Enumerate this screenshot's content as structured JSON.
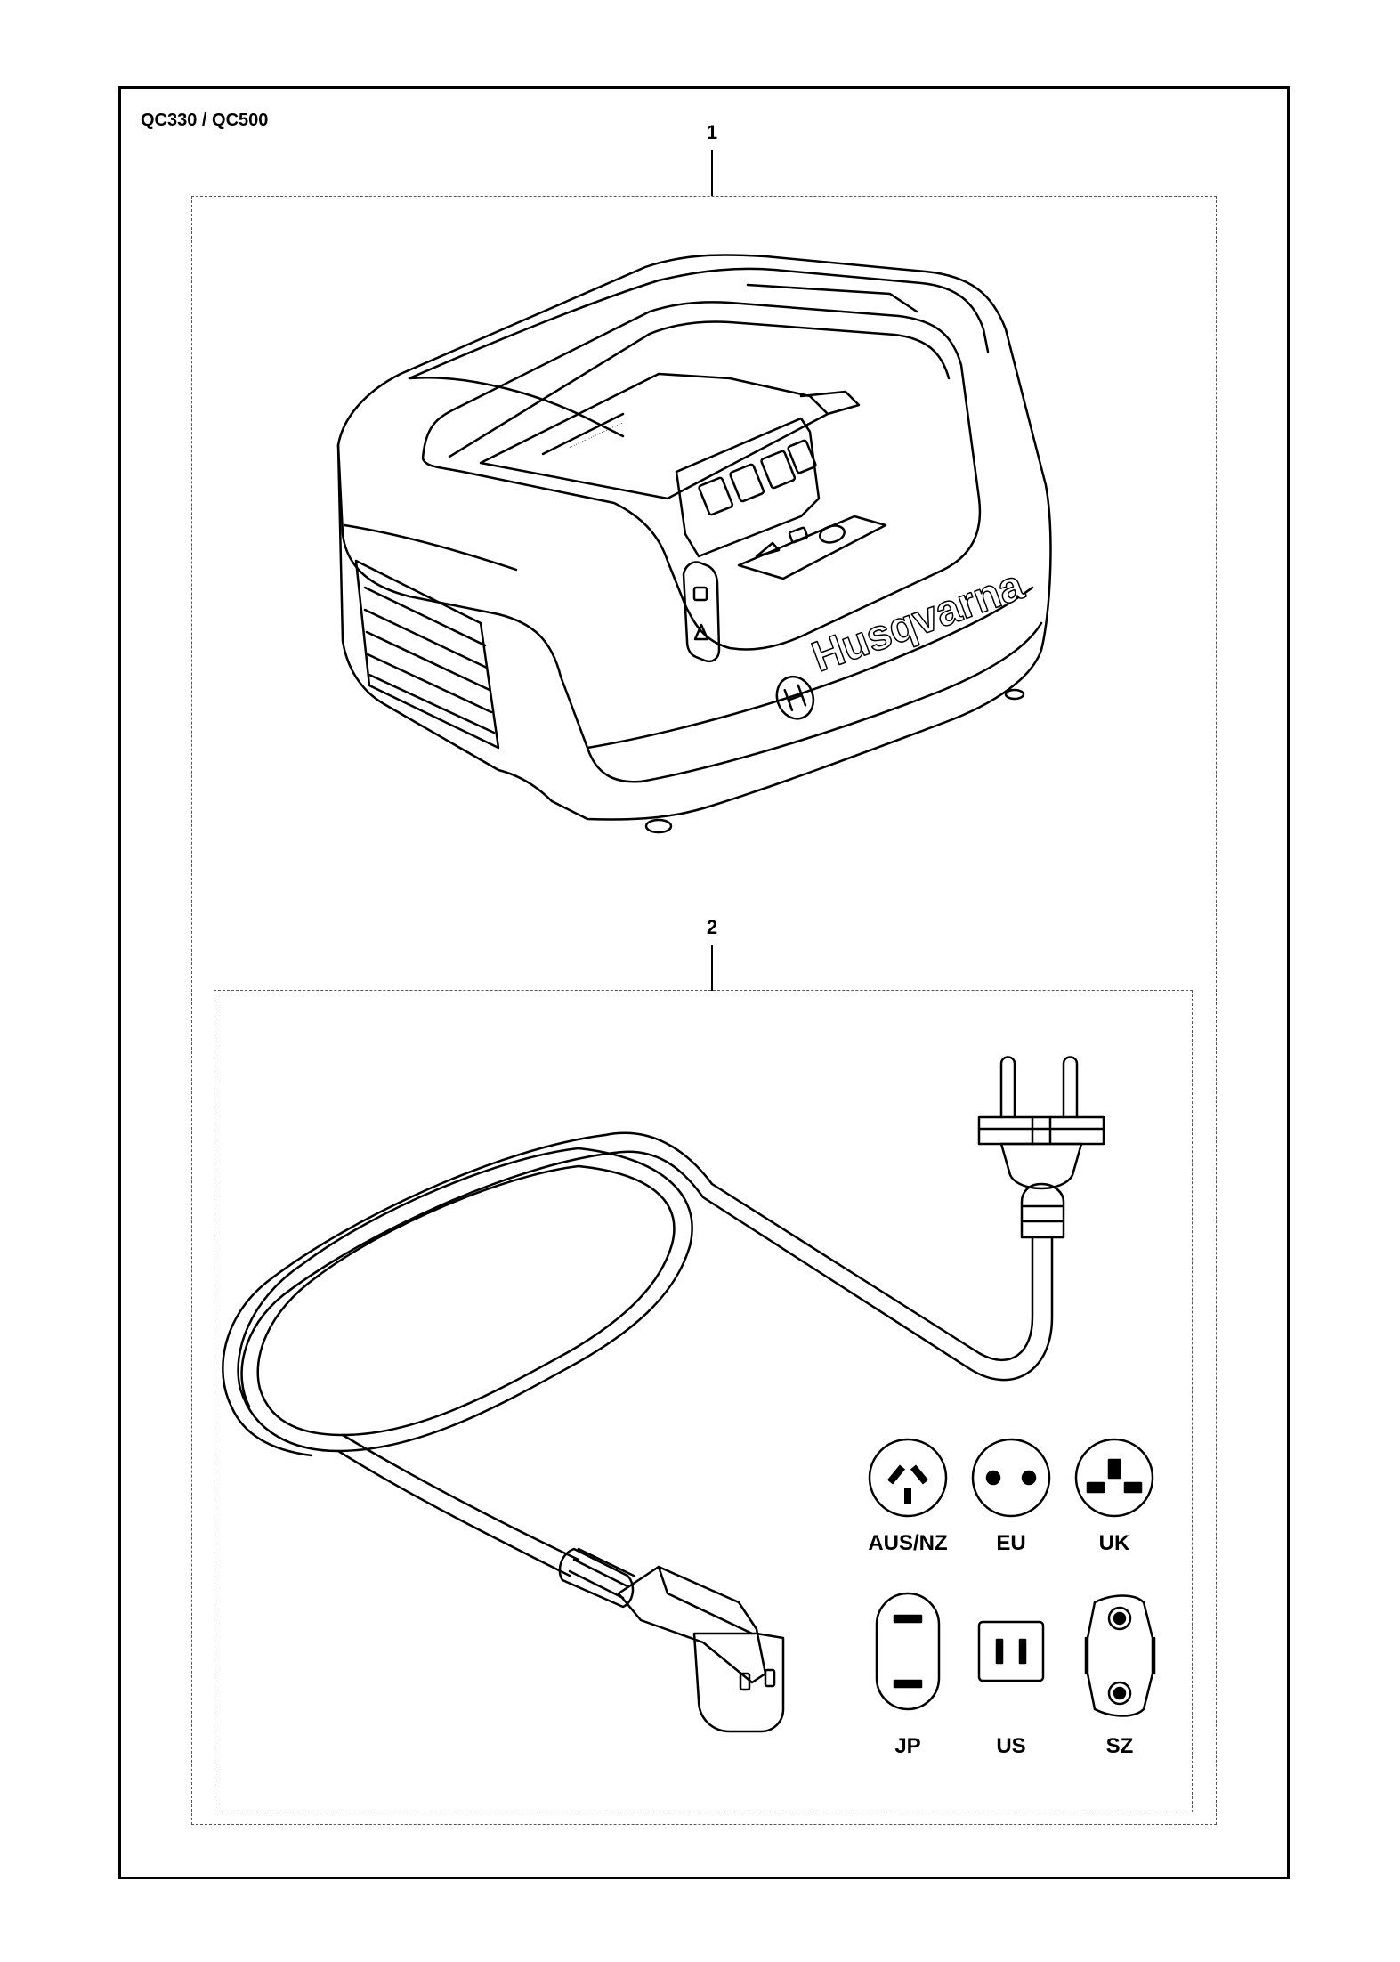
{
  "header": {
    "model": "QC330 / QC500"
  },
  "callouts": [
    {
      "number": "1"
    },
    {
      "number": "2"
    }
  ],
  "charger": {
    "brand": "Husqvarna"
  },
  "plug_types": [
    {
      "label": "AUS/NZ"
    },
    {
      "label": "EU"
    },
    {
      "label": "UK"
    },
    {
      "label": "JP"
    },
    {
      "label": "US"
    },
    {
      "label": "SZ"
    }
  ]
}
